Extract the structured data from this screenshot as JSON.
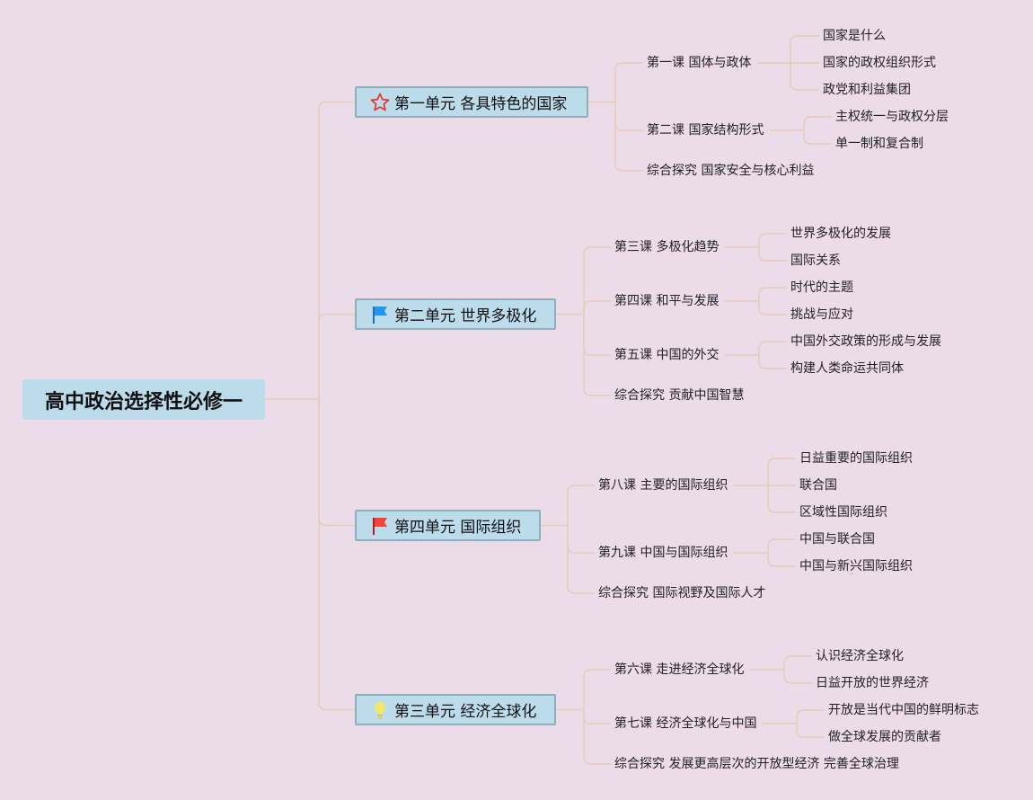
{
  "root": {
    "label": "高中政治选择性必修一"
  },
  "units": [
    {
      "label": "第一单元 各具特色的国家",
      "icon": "star-icon",
      "lessons": [
        {
          "label": "第一课 国体与政体",
          "topics": [
            "国家是什么",
            "国家的政权组织形式",
            "政党和利益集团"
          ]
        },
        {
          "label": "第二课 国家结构形式",
          "topics": [
            "主权统一与政权分层",
            "单一制和复合制"
          ]
        },
        {
          "label": "综合探究 国家安全与核心利益",
          "topics": []
        }
      ]
    },
    {
      "label": "第二单元 世界多极化",
      "icon": "blue-flag-icon",
      "lessons": [
        {
          "label": "第三课 多极化趋势",
          "topics": [
            "世界多极化的发展",
            "国际关系"
          ]
        },
        {
          "label": "第四课 和平与发展",
          "topics": [
            "时代的主题",
            "挑战与应对"
          ]
        },
        {
          "label": "第五课 中国的外交",
          "topics": [
            "中国外交政策的形成与发展",
            "构建人类命运共同体"
          ]
        },
        {
          "label": "综合探究 贡献中国智慧",
          "topics": []
        }
      ]
    },
    {
      "label": "第四单元 国际组织",
      "icon": "red-flag-icon",
      "lessons": [
        {
          "label": "第八课 主要的国际组织",
          "topics": [
            "日益重要的国际组织",
            "联合国",
            "区域性国际组织"
          ]
        },
        {
          "label": "第九课 中国与国际组织",
          "topics": [
            "中国与联合国",
            "中国与新兴国际组织"
          ]
        },
        {
          "label": "综合探究 国际视野及国际人才",
          "topics": []
        }
      ]
    },
    {
      "label": "第三单元 经济全球化",
      "icon": "lightbulb-icon",
      "lessons": [
        {
          "label": "第六课 走进经济全球化",
          "topics": [
            "认识经济全球化",
            "日益开放的世界经济"
          ]
        },
        {
          "label": "第七课 经济全球化与中国",
          "topics": [
            "开放是当代中国的鲜明标志",
            "做全球发展的贡献者"
          ]
        },
        {
          "label": "综合探究 发展更高层次的开放型经济 完善全球治理",
          "topics": []
        }
      ]
    }
  ],
  "colors": {
    "background": "#ecdbe9",
    "node": "#bcdcec",
    "connector": "#e6cdb9"
  }
}
